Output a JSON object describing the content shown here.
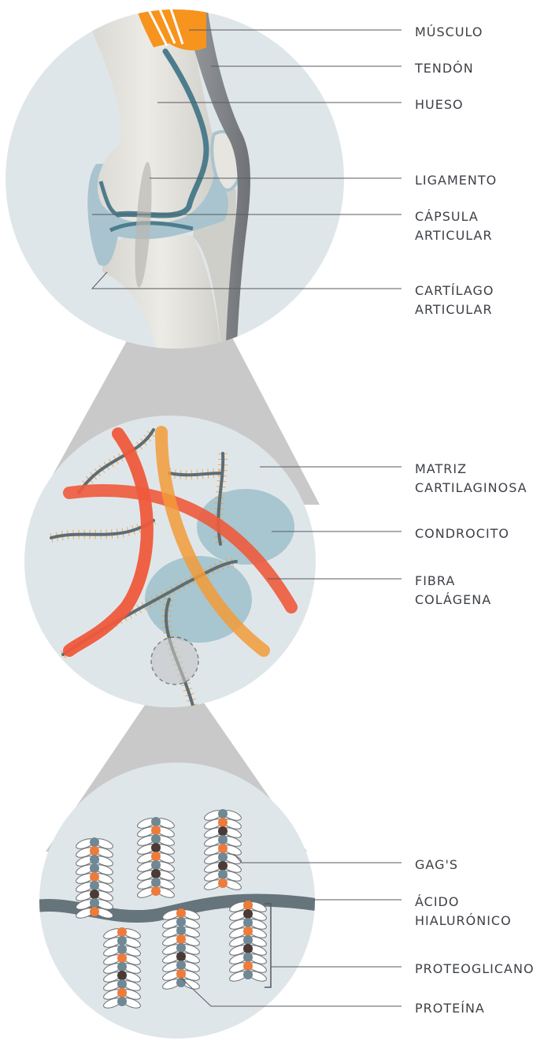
{
  "labels": {
    "musculo": "MÚSCULO",
    "tendon": "TENDÓN",
    "hueso": "HUESO",
    "ligamento": "LIGAMENTO",
    "capsula": [
      "CÁPSULA",
      "ARTICULAR"
    ],
    "cartilago": [
      "CARTÍLAGO",
      "ARTICULAR"
    ],
    "matriz": [
      "MATRIZ",
      "CARTILAGINOSA"
    ],
    "condrocito": "CONDROCITO",
    "fibra": [
      "FIBRA",
      "COLÁGENA"
    ],
    "gags": "GAG'S",
    "acido": [
      "ÁCIDO",
      "HIALURÓNICO"
    ],
    "proteoglicano": "PROTEOGLICANO",
    "proteina": "PROTEÍNA"
  },
  "colors": {
    "circle": "#dfe6ea",
    "cone": "#c8c8c8",
    "bone": "#e8e6e0",
    "muscle": "#f7941d",
    "tendon": "#8a8d91",
    "capsule": "#a9c4cf",
    "ligament": "#4d7d8c",
    "collagen_red": "#ee5a3c",
    "collagen_orange": "#f7a13a",
    "chondrocyte": "#9dbfcb",
    "fiber": "#5e6d75",
    "bristle": "#f59a23",
    "hyaluronic": "#66747b",
    "core_blue": "#6f8893",
    "core_orange": "#ee7b3a",
    "core_brown": "#4b3a35",
    "gag": "#ffffff"
  }
}
